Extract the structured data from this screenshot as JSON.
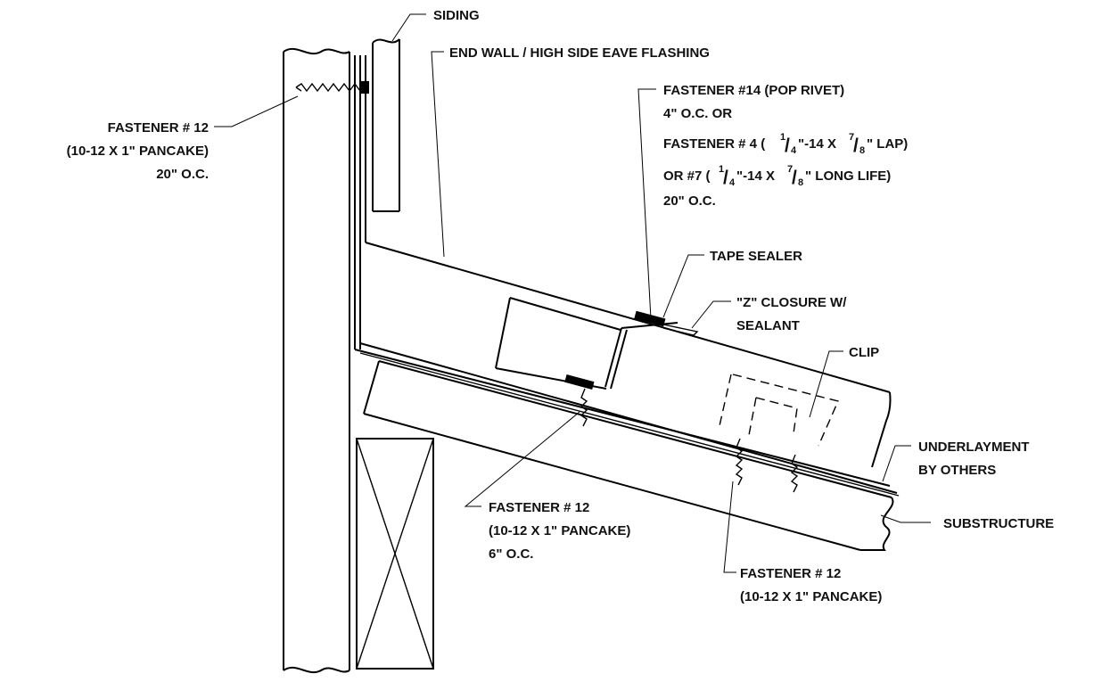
{
  "labels": {
    "siding": "SIDING",
    "flashing": "END WALL / HIGH SIDE EAVE FLASHING",
    "fastener14_line1": "FASTENER #14 (POP RIVET)",
    "fastener14_line2": "4\" O.C. OR",
    "fastener4_prefix": "FASTENER # 4 (",
    "fastener4_num": "1",
    "fastener4_slash": "/",
    "fastener4_den": "4",
    "fastener4_mid": "\"-14 X ",
    "fastener4_num2": "7",
    "fastener4_slash2": "/",
    "fastener4_den2": "8",
    "fastener4_suffix": "\" LAP)",
    "fastener7_prefix": "OR #7 (",
    "fastener7_num": "1",
    "fastener7_slash": "/",
    "fastener7_den": "4",
    "fastener7_mid": "\"-14 X ",
    "fastener7_num2": "7",
    "fastener7_slash2": "/",
    "fastener7_den2": "8",
    "fastener7_suffix": "\" LONG LIFE)",
    "fastener_spacing_20": "20\" O.C.",
    "tape_sealer": "TAPE SEALER",
    "z_closure_line1": "\"Z\" CLOSURE W/",
    "z_closure_line2": "SEALANT",
    "clip": "CLIP",
    "underlayment_line1": "UNDERLAYMENT",
    "underlayment_line2": "BY OTHERS",
    "substructure": "SUBSTRUCTURE",
    "left_fastener_line1": "FASTENER # 12",
    "left_fastener_line2": "(10-12 X 1\" PANCAKE)",
    "left_fastener_line3": "20\" O.C.",
    "mid_fastener_line1": "FASTENER # 12",
    "mid_fastener_line2": "(10-12 X 1\" PANCAKE)",
    "mid_fastener_line3": "6\" O.C.",
    "bottom_fastener_line1": "FASTENER # 12",
    "bottom_fastener_line2": "(10-12 X 1\" PANCAKE)"
  }
}
